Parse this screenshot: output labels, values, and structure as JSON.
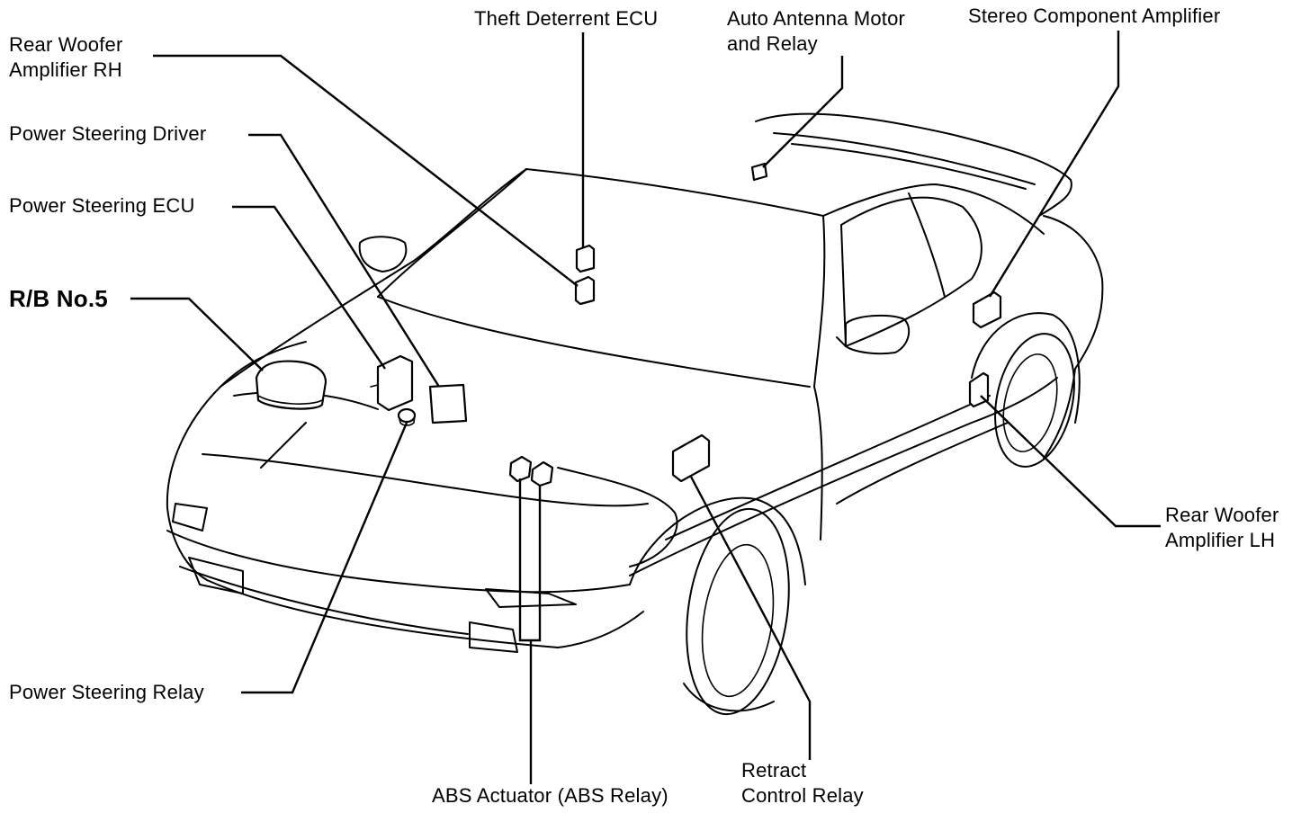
{
  "labels": {
    "rear_woofer_rh": {
      "line1": "Rear Woofer",
      "line2": "Amplifier RH"
    },
    "power_steering_driver": "Power Steering Driver",
    "power_steering_ecu": "Power Steering ECU",
    "rb_no5": "R/B No.5",
    "theft_deterrent_ecu": "Theft Deterrent ECU",
    "auto_antenna": {
      "line1": "Auto Antenna Motor",
      "line2": "and Relay"
    },
    "stereo_amplifier": "Stereo Component Amplifier",
    "rear_woofer_lh": {
      "line1": "Rear Woofer",
      "line2": "Amplifier LH"
    },
    "power_steering_relay": "Power Steering Relay",
    "abs_actuator": "ABS Actuator (ABS Relay)",
    "retract_relay": {
      "line1": "Retract",
      "line2": "Control Relay"
    }
  }
}
